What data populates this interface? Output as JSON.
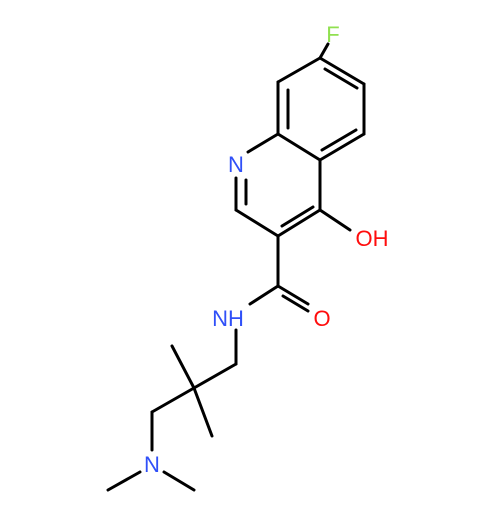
{
  "atom_labels": {
    "fluorine": "F",
    "ring_nitrogen": "N",
    "hydroxyl": "OH",
    "amide_nh": "NH",
    "carbonyl_oxygen": "O",
    "amine_nitrogen": "N"
  },
  "colors": {
    "bond": "#000000",
    "nitrogen": "#3050f8",
    "oxygen": "#ff0d0d",
    "fluorine": "#90e050",
    "background": "#ffffff"
  }
}
